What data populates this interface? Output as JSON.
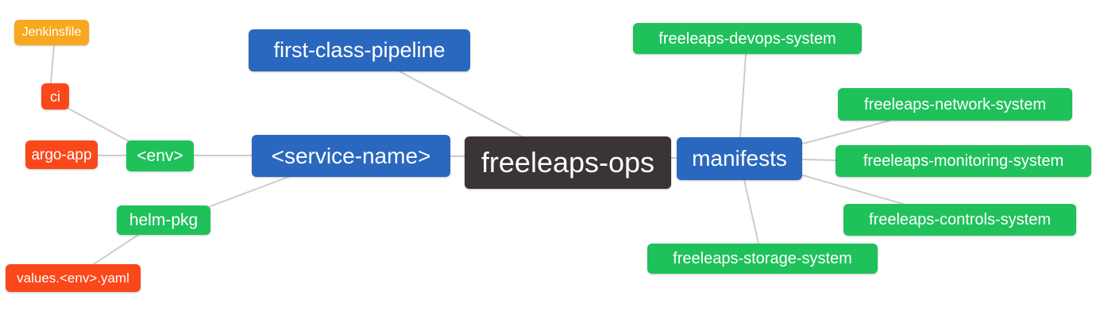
{
  "diagram": {
    "type": "mindmap",
    "root_key": "freeleaps_ops",
    "colors": {
      "branch_blue": "#2A68BF",
      "leaf_green": "#1FC15B",
      "leaf_red": "#FA481A",
      "leaf_orange": "#F8A81E",
      "root_dark": "#3A3434",
      "edge_gray": "#CCCCCC",
      "node_text": "#FFFFFF",
      "background": "#FFFFFF"
    },
    "edges": [
      [
        "jenkinsfile",
        "ci"
      ],
      [
        "ci",
        "env"
      ],
      [
        "argo_app",
        "env"
      ],
      [
        "env",
        "service_name"
      ],
      [
        "helm_pkg",
        "service_name"
      ],
      [
        "values_env_yaml",
        "helm_pkg"
      ],
      [
        "first_class_pipeline",
        "freeleaps_ops"
      ],
      [
        "service_name",
        "freeleaps_ops"
      ],
      [
        "freeleaps_ops",
        "manifests"
      ],
      [
        "manifests",
        "devops_system"
      ],
      [
        "manifests",
        "network_system"
      ],
      [
        "manifests",
        "monitoring_system"
      ],
      [
        "manifests",
        "controls_system"
      ],
      [
        "manifests",
        "storage_system"
      ]
    ]
  },
  "nodes": {
    "jenkinsfile": {
      "label": "Jenkinsfile",
      "color": "#F8A81E"
    },
    "ci": {
      "label": "ci",
      "color": "#FA481A"
    },
    "argo_app": {
      "label": "argo-app",
      "color": "#FA481A"
    },
    "env": {
      "label": "<env>",
      "color": "#1FC15B"
    },
    "helm_pkg": {
      "label": "helm-pkg",
      "color": "#1FC15B"
    },
    "values_env_yaml": {
      "label": "values.<env>.yaml",
      "color": "#FA481A"
    },
    "first_class_pipeline": {
      "label": "first-class-pipeline",
      "color": "#2A68BF"
    },
    "service_name": {
      "label": "<service-name>",
      "color": "#2A68BF"
    },
    "freeleaps_ops": {
      "label": "freeleaps-ops",
      "color": "#3A3434"
    },
    "manifests": {
      "label": "manifests",
      "color": "#2A68BF"
    },
    "devops_system": {
      "label": "freeleaps-devops-system",
      "color": "#1FC15B"
    },
    "network_system": {
      "label": "freeleaps-network-system",
      "color": "#1FC15B"
    },
    "monitoring_system": {
      "label": "freeleaps-monitoring-system",
      "color": "#1FC15B"
    },
    "controls_system": {
      "label": "freeleaps-controls-system",
      "color": "#1FC15B"
    },
    "storage_system": {
      "label": "freeleaps-storage-system",
      "color": "#1FC15B"
    }
  }
}
